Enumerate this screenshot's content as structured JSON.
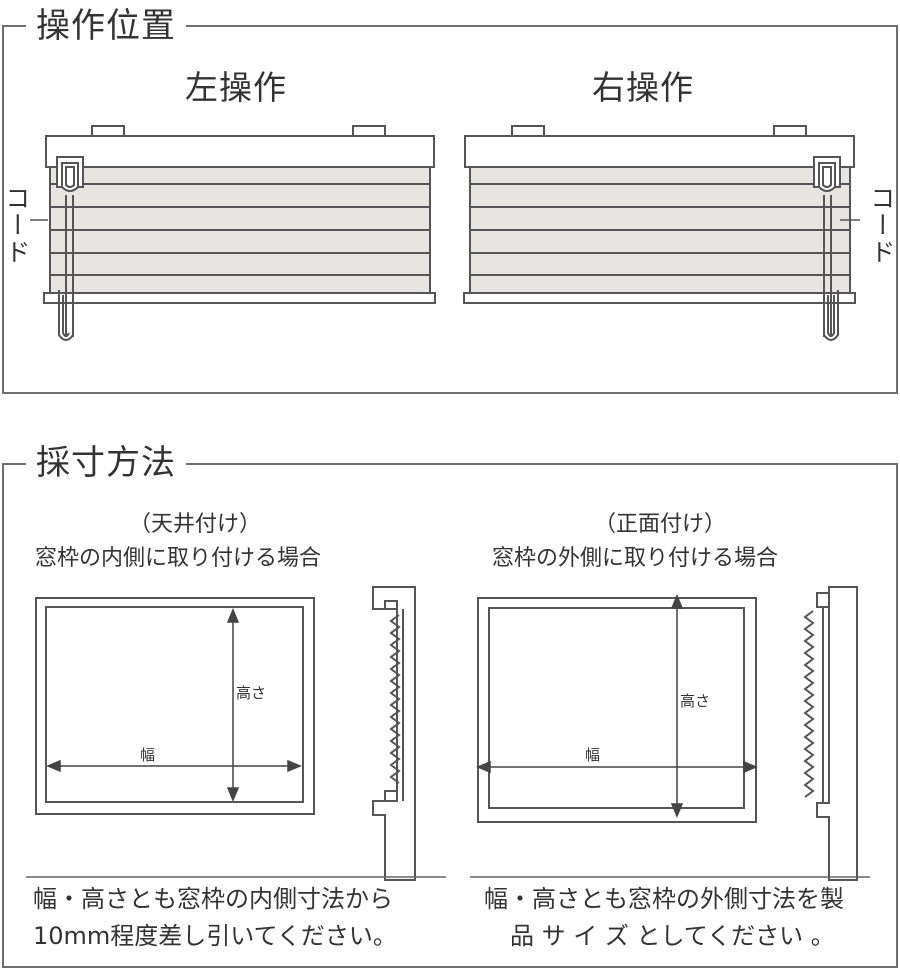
{
  "operation_section": {
    "title": "操作位置",
    "left": {
      "label": "左操作",
      "cord_label": "コード"
    },
    "right": {
      "label": "右操作",
      "cord_label": "コード"
    }
  },
  "measure_section": {
    "title": "採寸方法",
    "inside": {
      "caption_line1": "（天井付け）",
      "caption_line2": "窓枠の内側に取り付ける場合",
      "height_label": "高さ",
      "width_label": "幅",
      "note_line1": "幅・高さとも窓枠の内側寸法から",
      "note_line2": "10mm程度差し引いてください。"
    },
    "outside": {
      "caption_line1": "（正面付け）",
      "caption_line2": "窓枠の外側に取り付ける場合",
      "height_label": "高さ",
      "width_label": "幅",
      "note_line1": "幅・高さとも窓枠の外側寸法を製",
      "note_line2": "品 サ イ ズ としてください 。"
    }
  },
  "colors": {
    "line": "#555555",
    "slat_fill": "#e6e5e2",
    "frame_fill": "#ffffff",
    "border": "#6e6e6e"
  }
}
